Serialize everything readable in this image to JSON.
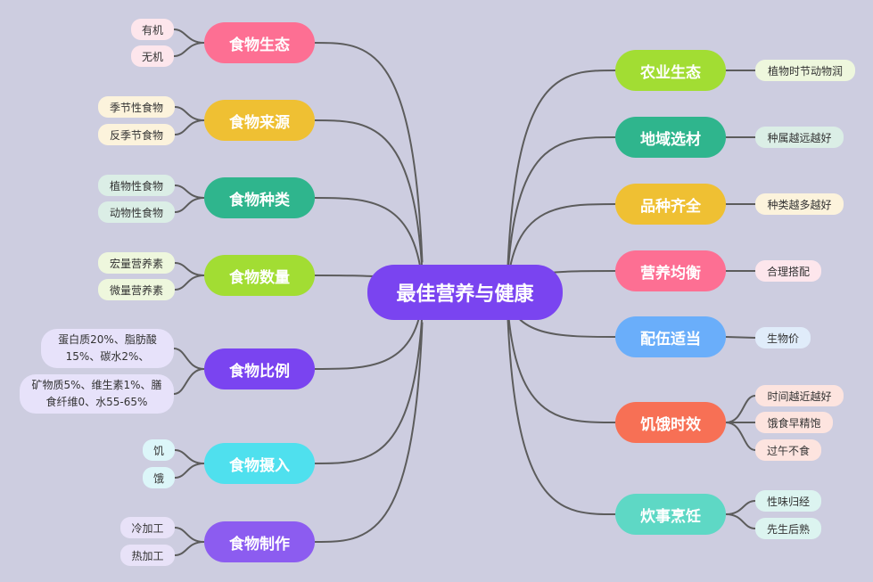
{
  "center": {
    "label": "最佳营养与健康",
    "color": "#7a44f0"
  },
  "left_branches": [
    {
      "label": "食物生态",
      "color": "#fd6f93",
      "leaf_color": "#fde6ec",
      "leaves": [
        "有机",
        "无机"
      ]
    },
    {
      "label": "食物来源",
      "color": "#efc033",
      "leaf_color": "#fcf3dc",
      "leaves": [
        "季节性食物",
        "反季节食物"
      ]
    },
    {
      "label": "食物种类",
      "color": "#2fb58d",
      "leaf_color": "#dbeee6",
      "leaves": [
        "植物性食物",
        "动物性食物"
      ]
    },
    {
      "label": "食物数量",
      "color": "#a2dd33",
      "leaf_color": "#eef7dd",
      "leaves": [
        "宏量营养素",
        "微量营养素"
      ]
    },
    {
      "label": "食物比例",
      "color": "#7a44f0",
      "leaf_color": "#e7e2fa",
      "leaves": [
        "蛋白质20%、脂肪酸15%、碳水2%、",
        "矿物质5%、维生素1%、膳食纤维0、水55-65%"
      ]
    },
    {
      "label": "食物摄入",
      "color": "#4fe0ee",
      "leaf_color": "#dcf6f9",
      "leaves": [
        "饥",
        "饿"
      ]
    },
    {
      "label": "食物制作",
      "color": "#8c5cf0",
      "leaf_color": "#e8e2f8",
      "leaves": [
        "冷加工",
        "热加工"
      ]
    }
  ],
  "right_branches": [
    {
      "label": "农业生态",
      "color": "#a2dd33",
      "leaf_color": "#eef7dd",
      "leaves": [
        "植物时节动物润"
      ]
    },
    {
      "label": "地域选材",
      "color": "#2fb58d",
      "leaf_color": "#dbeee6",
      "leaves": [
        "种属越远越好"
      ]
    },
    {
      "label": "品种齐全",
      "color": "#efc033",
      "leaf_color": "#fcf3dc",
      "leaves": [
        "种类越多越好"
      ]
    },
    {
      "label": "营养均衡",
      "color": "#fd6f93",
      "leaf_color": "#fde6ec",
      "leaves": [
        "合理搭配"
      ]
    },
    {
      "label": "配伍适当",
      "color": "#6aaefa",
      "leaf_color": "#e0ecfa",
      "leaves": [
        "生物价"
      ]
    },
    {
      "label": "饥饿时效",
      "color": "#f77055",
      "leaf_color": "#fde4df",
      "leaves": [
        "时间越近越好",
        "饿食早精饱",
        "过午不食"
      ]
    },
    {
      "label": "炊事烹饪",
      "color": "#5ed8c5",
      "leaf_color": "#dcf4f0",
      "leaves": [
        "性味归经",
        "先生后熟"
      ]
    }
  ]
}
